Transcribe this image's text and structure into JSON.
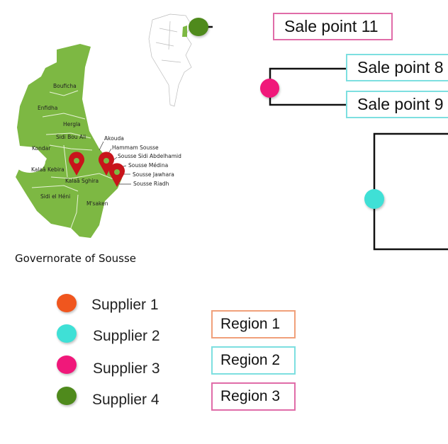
{
  "map": {
    "title": "Governorate of Sousse",
    "regions": [
      "Bouficha",
      "Enfidha",
      "Hergla",
      "Sidi Bou Ali",
      "Kondar",
      "Kalaâ Kebira",
      "Kalaâ Sghira",
      "Sidi el Héni",
      "M'saken"
    ],
    "callouts": [
      "Akouda",
      "Hammam Sousse",
      "Sousse Sidi Abdelhamid",
      "Sousse Médina",
      "Sousse Jawhara",
      "Sousse Riadh"
    ],
    "fill_color": "#7db843"
  },
  "sale_points": [
    "Sale point 11",
    "Sale point 8",
    "Sale point 9"
  ],
  "legend": {
    "suppliers": [
      {
        "label": "Supplier 1",
        "color": "#f0561e"
      },
      {
        "label": "Supplier 2",
        "color": "#3fe0d6"
      },
      {
        "label": "Supplier 3",
        "color": "#f0187a"
      },
      {
        "label": "Supplier 4",
        "color": "#4f8a1c"
      }
    ],
    "regions": [
      {
        "label": "Region 1",
        "color": "#f0a07a"
      },
      {
        "label": "Region 2",
        "color": "#7ddfe0"
      },
      {
        "label": "Region 3",
        "color": "#e06ca8"
      }
    ]
  }
}
